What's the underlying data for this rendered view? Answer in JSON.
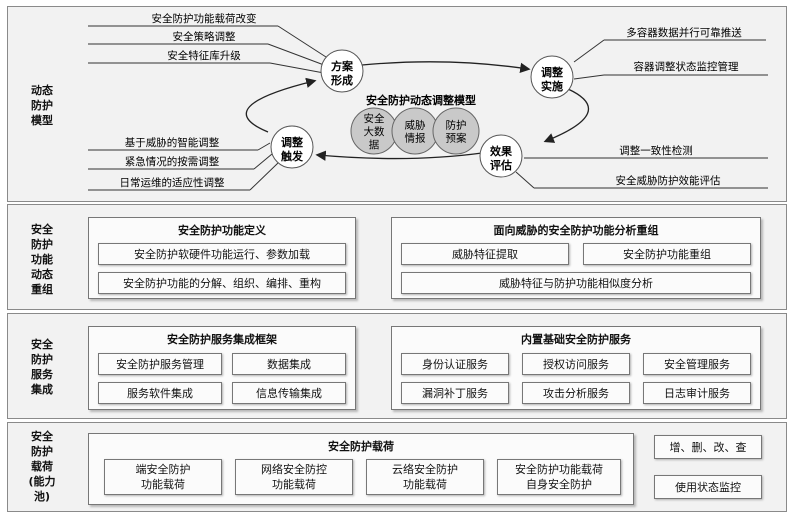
{
  "dynamic_model": {
    "band_label": "动态\n防护\n模型",
    "center_title": "安全防护动态调整模型",
    "stages": {
      "scheme": "方案\n形成",
      "implement": "调整\n实施",
      "evaluate": "效果\n评估",
      "trigger": "调整\n触发"
    },
    "circles": [
      "安全\n大数\n据",
      "威胁\n情报",
      "防护\n预案"
    ],
    "scheme_inputs": [
      "安全防护功能载荷改变",
      "安全策略调整",
      "安全特征库升级"
    ],
    "implement_items": [
      "多容器数据并行可靠推送",
      "容器调整状态监控管理"
    ],
    "evaluate_items": [
      "调整一致性检测",
      "安全威胁防护效能评估"
    ],
    "trigger_items": [
      "基于威胁的智能调整",
      "紧急情况的按需调整",
      "日常运维的适应性调整"
    ]
  },
  "reorg": {
    "band_label": "安全\n防护\n功能\n动态\n重组",
    "left_panel": {
      "title": "安全防护功能定义",
      "items": [
        "安全防护软硬件功能运行、参数加载",
        "安全防护功能的分解、组织、编排、重构"
      ]
    },
    "right_panel": {
      "title": "面向威胁的安全防护功能分析重组",
      "items": [
        "威胁特征提取",
        "安全防护功能重组",
        "威胁特征与防护功能相似度分析"
      ]
    }
  },
  "service": {
    "band_label": "安全\n防护\n服务\n集成",
    "left_panel": {
      "title": "安全防护服务集成框架",
      "items": [
        "安全防护服务管理",
        "数据集成",
        "服务软件集成",
        "信息传输集成"
      ]
    },
    "right_panel": {
      "title": "内置基础安全防护服务",
      "items": [
        "身份认证服务",
        "授权访问服务",
        "安全管理服务",
        "漏洞补丁服务",
        "攻击分析服务",
        "日志审计服务"
      ]
    }
  },
  "payload": {
    "band_label": "安全\n防护\n载荷\n(能力\n池)",
    "panel": {
      "title": "安全防护载荷",
      "items": [
        "端安全防护\n功能载荷",
        "网络安全防控\n功能载荷",
        "云络安全防护\n功能载荷",
        "安全防护功能载荷\n自身安全防护"
      ]
    },
    "side_items": [
      "增、删、改、查",
      "使用状态监控"
    ]
  }
}
